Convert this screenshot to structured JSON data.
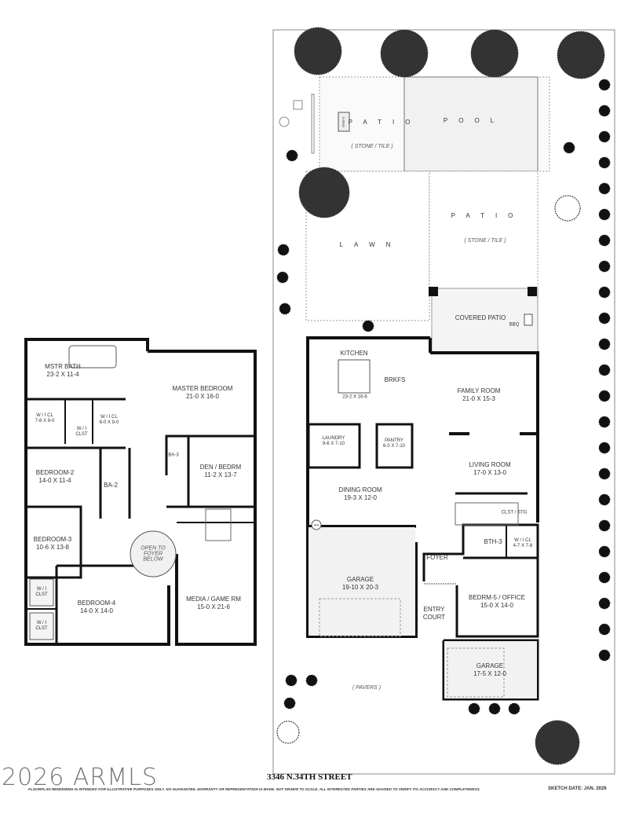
{
  "address": "3346 N.34TH STREET",
  "logo": "2026 ARMLS",
  "disclaimer": "FLOORPLAN RENDERING IS INTENDED FOR ILLUSTRATIVE PURPOSES ONLY. NO GUARANTEE, WARRANTY OR REPRESENTATION IS MADE.  NOT DRAWN TO SCALE.  ALL INTERESTED PARTIES ARE ADVISED TO VERIFY ITS ACCURACY AND COMPLETENESS.",
  "sketch_date": "SKETCH DATE:  JAN. 2026",
  "colors": {
    "wall": "#111111",
    "fill": "#f2f2f2",
    "shrub": "#1a1a1a"
  },
  "upper_floor": {
    "mstr_bath": {
      "name": "MSTR BATH",
      "size": "23-2 X 11-4"
    },
    "master_bedroom": {
      "name": "MASTER BEDROOM",
      "size": "21-0  X  16-0"
    },
    "wic_1": {
      "name": "W / I  CL",
      "size": "7-8 X 9-0"
    },
    "wic_2": {
      "name": "W / I  CL",
      "size": "6-0 X 9-0"
    },
    "wi_clst": "W / I CLST",
    "bedroom_2": {
      "name": "BEDROOM-2",
      "size": "14-0  X  11-4"
    },
    "ba_2": "BA-2",
    "ba_3": "BA-3",
    "den": {
      "name": "DEN / BEDRM",
      "size": "11-2  X  13-7"
    },
    "bedroom_3": {
      "name": "BEDROOM-3",
      "size": "10-6  X  13-8"
    },
    "open_to_foyer": "OPEN TO FOYER BELOW",
    "bedroom_4": {
      "name": "BEDROOM-4",
      "size": "14-0  X  14-0"
    },
    "wi_clst_2": "W / I CLST",
    "wi_clst_3": "W / I CLST",
    "media": {
      "name": "MEDIA / GAME RM",
      "size": "15-0  X  21-6"
    }
  },
  "main_floor": {
    "kitchen": {
      "name": "KITCHEN",
      "size": "23-2 X 16-6"
    },
    "brkfs": "BRKFS",
    "family_room": {
      "name": "FAMILY ROOM",
      "size": "21-0  X  15-3"
    },
    "laundry": {
      "name": "LAUNDRY",
      "size": "9-6 X 7-10"
    },
    "pantry": {
      "name": "PANTRY",
      "size": "6-0 X 7-10"
    },
    "dining_room": {
      "name": "DINING ROOM",
      "size": "19-3  X  12-0"
    },
    "living_room": {
      "name": "LIVING ROOM",
      "size": "17-0  X  13-0"
    },
    "clst_stg": "CLST / STG",
    "wh": "WH",
    "garage": {
      "name": "GARAGE",
      "size": "19-10 X 20-3"
    },
    "foyer": "FOYER",
    "bth_3": "BTH-3",
    "wic": {
      "name": "W / I  CL",
      "size": "4-7 X 7-8"
    },
    "entry_court": "ENTRY COURT",
    "bedrm_5": {
      "name": "BEDRM-5 / OFFICE",
      "size": "15-0  X  14-0"
    },
    "garage_2": {
      "name": "GARAGE",
      "size": "17-5 X 12-0"
    }
  },
  "yard": {
    "patio": "PATIO",
    "pool": "POOL",
    "firepit": "FIREPIT",
    "stone_tile": "( STONE / TILE )",
    "lawn": "LAWN",
    "patio_2": "PATIO",
    "stone_tile_2": "( STONE / TILE )",
    "covered_patio": "COVERED PATIO",
    "bbq": "BBQ",
    "pavers": "( PAVERS )"
  }
}
